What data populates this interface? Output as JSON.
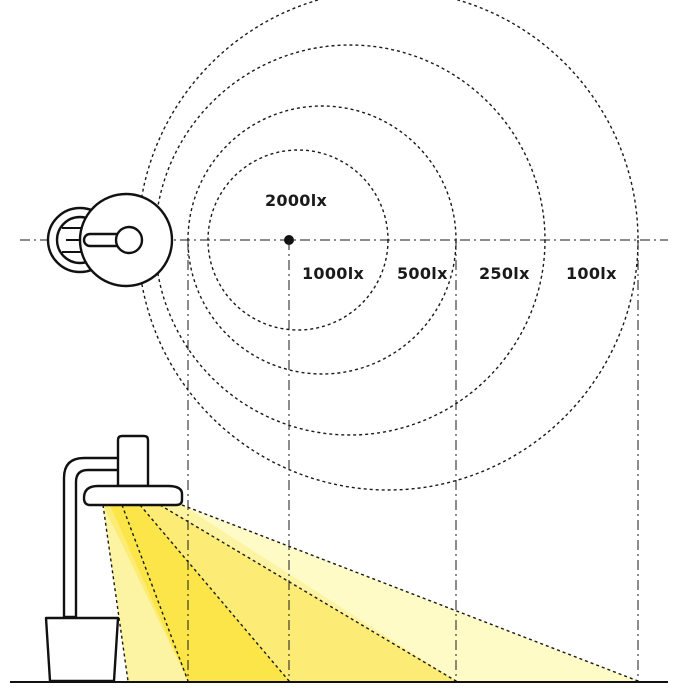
{
  "zones": [
    {
      "label": "100lx",
      "color": "#fefbc7"
    },
    {
      "label": "250lx",
      "color": "#fdf4a3"
    },
    {
      "label": "500lx",
      "color": "#fceb74"
    },
    {
      "label": "1000lx",
      "color": "#fbe548"
    },
    {
      "label": "2000lx",
      "color": "#f9dd18"
    }
  ],
  "ink_color": "#111111"
}
